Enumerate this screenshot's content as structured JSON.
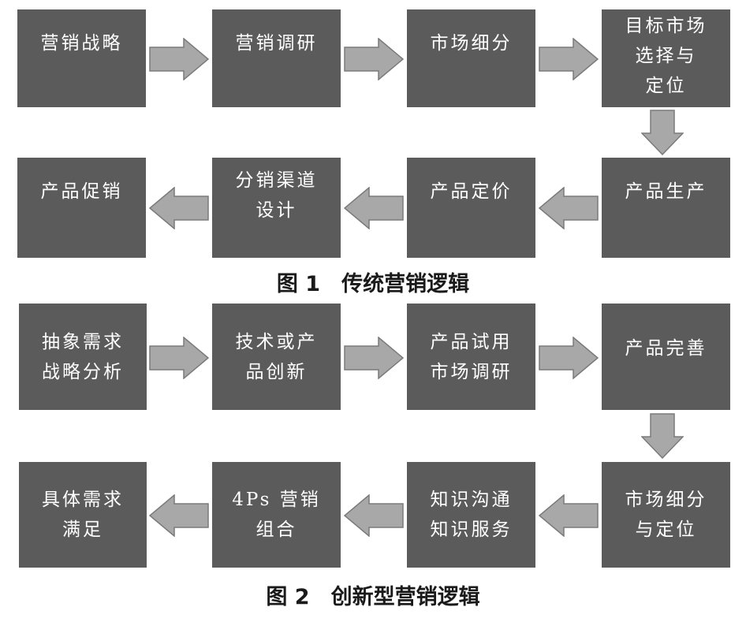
{
  "figure1": {
    "caption": "图 1　传统营销逻辑",
    "nodes": {
      "n1": [
        "营销战略"
      ],
      "n2": [
        "营销调研"
      ],
      "n3": [
        "市场细分"
      ],
      "n4": [
        "目标市场",
        "选择与",
        "定位"
      ],
      "n5": [
        "产品生产"
      ],
      "n6": [
        "产品定价"
      ],
      "n7": [
        "分销渠道",
        "设计"
      ],
      "n8": [
        "产品促销"
      ]
    }
  },
  "figure2": {
    "caption": "图 2　创新型营销逻辑",
    "nodes": {
      "n1": [
        "抽象需求",
        "战略分析"
      ],
      "n2": [
        "技术或产",
        "品创新"
      ],
      "n3": [
        "产品试用",
        "市场调研"
      ],
      "n4": [
        "产品完善"
      ],
      "n5": [
        "市场细分",
        "与定位"
      ],
      "n6": [
        "知识沟通",
        "知识服务"
      ],
      "n7": [
        "4Ps 营销",
        "组合"
      ],
      "n8": [
        "具体需求",
        "满足"
      ]
    }
  },
  "colors": {
    "box": "#5b5b5b",
    "arrow_fill": "#a8a8a8",
    "arrow_stroke": "#7a7a7a",
    "box_text": "#ffffff"
  }
}
